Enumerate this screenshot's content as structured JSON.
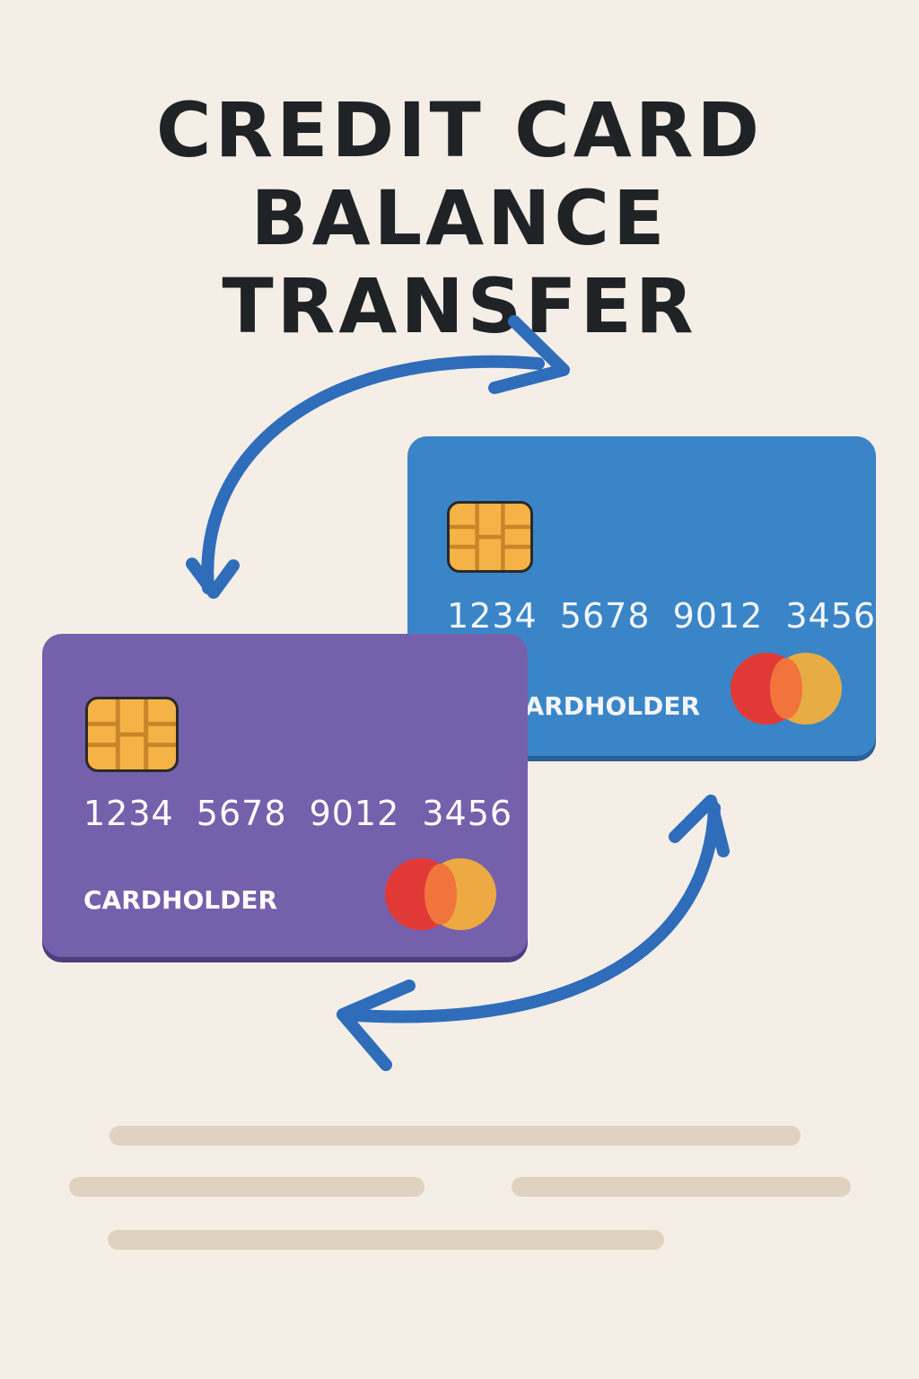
{
  "title": {
    "line1": "CREDIT CARD",
    "line2": "BALANCE TRANSFER"
  },
  "cards": {
    "blue": {
      "number": "1234 5678 9012 3456",
      "holder": "CARDHOLDER",
      "color": "#3a85c7"
    },
    "purple": {
      "number": "1234 5678 9012 3456",
      "holder": "CARDHOLDER",
      "color": "#7560ac"
    }
  },
  "icons": {
    "arrows": "circular-transfer-arrows-icon",
    "chip": "card-chip-icon",
    "logo": "card-network-logo-icon"
  },
  "colors": {
    "background": "#f5eee6",
    "arrow": "#2f6dbb",
    "title": "#1f2326",
    "placeholder": "#e0d2c0"
  }
}
